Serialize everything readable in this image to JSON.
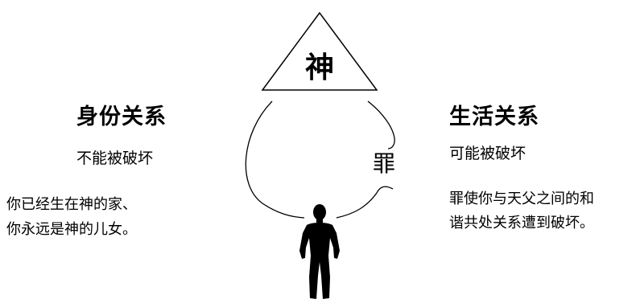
{
  "diagram": {
    "top_label": "神",
    "sin_label": "罪",
    "left": {
      "title": "身份关系",
      "subtitle": "不能被破坏",
      "description_lines": [
        "你已经生在神的家、",
        "你永远是神的儿女。"
      ]
    },
    "right": {
      "title": "生活关系",
      "subtitle": "可能被破坏",
      "description_lines": [
        "罪使你与天父之间的和",
        "谐共处关系遭到破坏。"
      ]
    }
  }
}
